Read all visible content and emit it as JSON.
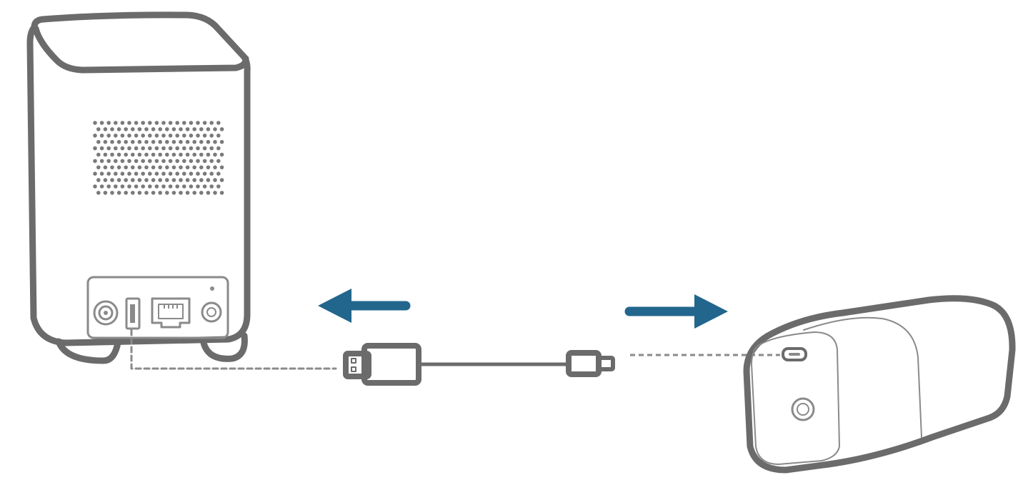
{
  "diagram": {
    "colors": {
      "outline": "#6b6b6b",
      "thin_outline": "#8a8a8a",
      "arrow": "#22668d",
      "dots": "#7a7a7a",
      "background": "#ffffff"
    },
    "elements": {
      "hub": {
        "icon": "home-base-station",
        "ports": [
          "dc-power-port",
          "usb-port",
          "ethernet-port",
          "reset-button"
        ]
      },
      "cable": {
        "icon": "usb-to-micro-usb-cable"
      },
      "camera": {
        "icon": "wireless-camera",
        "features": [
          "micro-usb-port",
          "sync-button"
        ]
      },
      "arrows": [
        {
          "icon": "arrow-left-icon",
          "direction": "left"
        },
        {
          "icon": "arrow-right-icon",
          "direction": "right"
        }
      ]
    }
  }
}
